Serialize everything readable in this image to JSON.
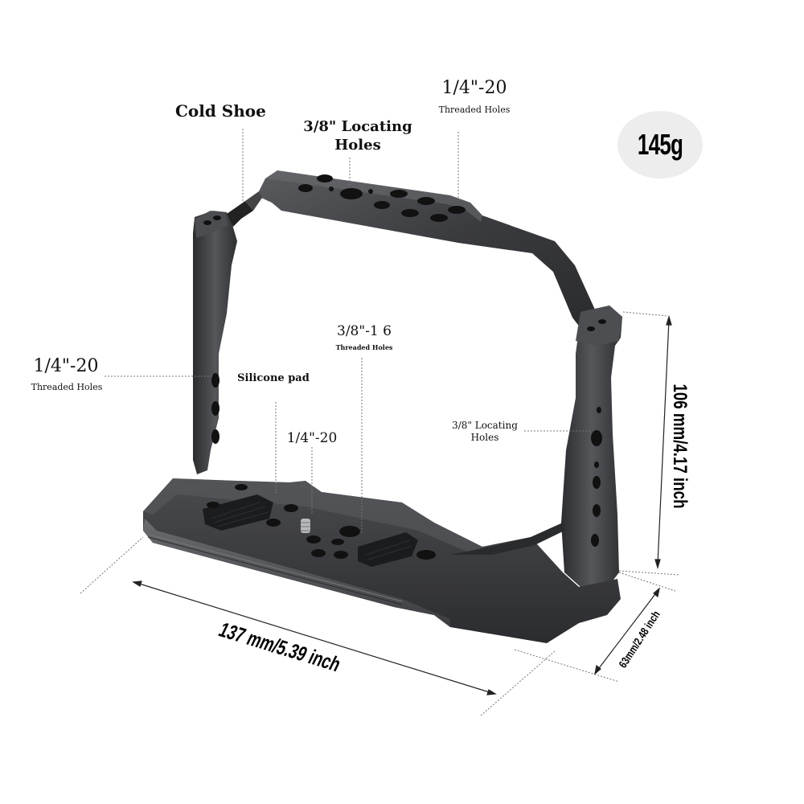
{
  "product": {
    "type": "camera-cage",
    "weight_label": "145g",
    "colors": {
      "metal": "#3a3b3e",
      "metal_dark": "#1f2022",
      "metal_light": "#5c5e62",
      "badge_bg": "#ededed",
      "text": "#111111"
    }
  },
  "callouts": {
    "cold_shoe": {
      "title": "Cold Shoe"
    },
    "top_locating": {
      "title_line1": "3/8\" Locating",
      "title_line2": "Holes"
    },
    "top_threaded": {
      "title": "1/4\"-20",
      "subtitle": "Threaded Holes"
    },
    "left_threaded": {
      "title": "1/4\"-20",
      "subtitle": "Threaded Holes"
    },
    "silicone_pad": {
      "title": "Silicone pad"
    },
    "center_threaded": {
      "title": "3/8\"-1 6",
      "subtitle": "Threaded Holes"
    },
    "bottom_screw": {
      "title": "1/4\"-20"
    },
    "right_locating": {
      "title_line1": "3/8\" Locating",
      "title_line2": "Holes"
    }
  },
  "dimensions": {
    "height": "106 mm/4.17 inch",
    "width": "137 mm/5.39 inch",
    "depth": "63mm/2.48 inch"
  }
}
